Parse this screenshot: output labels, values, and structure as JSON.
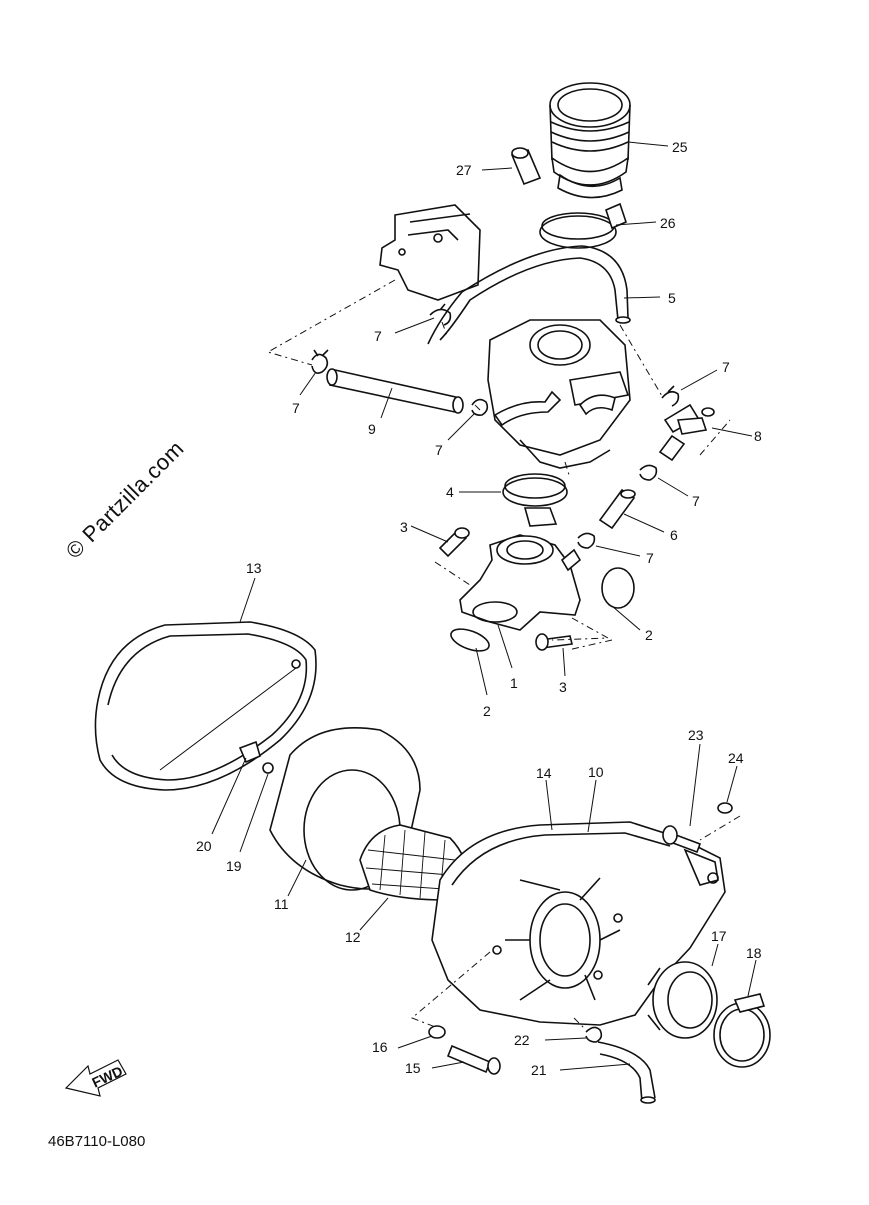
{
  "diagram": {
    "watermark": "© Partzilla.com",
    "drawing_code": "46B7110-L080",
    "fwd_label": "FWD",
    "callouts": [
      {
        "id": "c25a",
        "label": "25"
      },
      {
        "id": "c27",
        "label": "27"
      },
      {
        "id": "c26",
        "label": "26"
      },
      {
        "id": "c5",
        "label": "5"
      },
      {
        "id": "c7a",
        "label": "7"
      },
      {
        "id": "c7b",
        "label": "7"
      },
      {
        "id": "c7c",
        "label": "7"
      },
      {
        "id": "c7d",
        "label": "7"
      },
      {
        "id": "c7e",
        "label": "7"
      },
      {
        "id": "c7f",
        "label": "7"
      },
      {
        "id": "c8",
        "label": "8"
      },
      {
        "id": "c9",
        "label": "9"
      },
      {
        "id": "c4",
        "label": "4"
      },
      {
        "id": "c6",
        "label": "6"
      },
      {
        "id": "c3a",
        "label": "3"
      },
      {
        "id": "c3b",
        "label": "3"
      },
      {
        "id": "c2a",
        "label": "2"
      },
      {
        "id": "c2b",
        "label": "2"
      },
      {
        "id": "c1",
        "label": "1"
      },
      {
        "id": "c13",
        "label": "13"
      },
      {
        "id": "c20",
        "label": "20"
      },
      {
        "id": "c19",
        "label": "19"
      },
      {
        "id": "c11",
        "label": "11"
      },
      {
        "id": "c12",
        "label": "12"
      },
      {
        "id": "c14",
        "label": "14"
      },
      {
        "id": "c10",
        "label": "10"
      },
      {
        "id": "c23",
        "label": "23"
      },
      {
        "id": "c24",
        "label": "24"
      },
      {
        "id": "c17",
        "label": "17"
      },
      {
        "id": "c18",
        "label": "18"
      },
      {
        "id": "c16",
        "label": "16"
      },
      {
        "id": "c15",
        "label": "15"
      },
      {
        "id": "c22",
        "label": "22"
      },
      {
        "id": "c21",
        "label": "21"
      }
    ]
  }
}
